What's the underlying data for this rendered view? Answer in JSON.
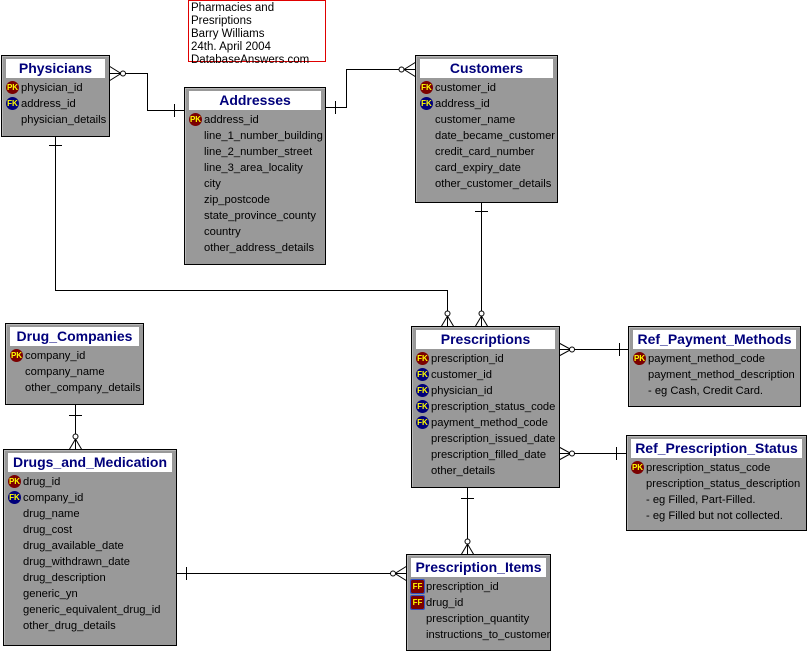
{
  "note": {
    "lines": [
      "Pharmacies and Presriptions",
      "Barry Williams",
      "24th. April 2004",
      "DatabaseAnswers.com"
    ]
  },
  "colors": {
    "entity_fill": "#999999",
    "title_text": "#00007b",
    "pk_badge": "#7b0000",
    "fk_badge": "#00007b",
    "badge_text": "#ffff00",
    "note_border": "#e00000"
  },
  "entities": {
    "physicians": {
      "title": "Physicians",
      "attrs": [
        {
          "key": "PK",
          "name": "physician_id"
        },
        {
          "key": "FK",
          "name": "address_id"
        },
        {
          "key": "",
          "name": "physician_details"
        }
      ]
    },
    "addresses": {
      "title": "Addresses",
      "attrs": [
        {
          "key": "PK",
          "name": "address_id"
        },
        {
          "key": "",
          "name": "line_1_number_building"
        },
        {
          "key": "",
          "name": "line_2_number_street"
        },
        {
          "key": "",
          "name": "line_3_area_locality"
        },
        {
          "key": "",
          "name": "city"
        },
        {
          "key": "",
          "name": "zip_postcode"
        },
        {
          "key": "",
          "name": "state_province_county"
        },
        {
          "key": "",
          "name": "country"
        },
        {
          "key": "",
          "name": "other_address_details"
        }
      ]
    },
    "customers": {
      "title": "Customers",
      "attrs": [
        {
          "key": "FK",
          "name": "customer_id",
          "style": "pk"
        },
        {
          "key": "FK",
          "name": "address_id"
        },
        {
          "key": "",
          "name": "customer_name"
        },
        {
          "key": "",
          "name": "date_became_customer"
        },
        {
          "key": "",
          "name": "credit_card_number"
        },
        {
          "key": "",
          "name": "card_expiry_date"
        },
        {
          "key": "",
          "name": "other_customer_details"
        }
      ]
    },
    "drug_companies": {
      "title": "Drug_Companies",
      "attrs": [
        {
          "key": "PK",
          "name": "company_id"
        },
        {
          "key": "",
          "name": "company_name"
        },
        {
          "key": "",
          "name": "other_company_details"
        }
      ]
    },
    "drugs_and_medication": {
      "title": "Drugs_and_Medication",
      "attrs": [
        {
          "key": "PK",
          "name": "drug_id"
        },
        {
          "key": "FK",
          "name": "company_id"
        },
        {
          "key": "",
          "name": "drug_name"
        },
        {
          "key": "",
          "name": "drug_cost"
        },
        {
          "key": "",
          "name": "drug_available_date"
        },
        {
          "key": "",
          "name": "drug_withdrawn_date"
        },
        {
          "key": "",
          "name": "drug_description"
        },
        {
          "key": "",
          "name": "generic_yn"
        },
        {
          "key": "",
          "name": "generic_equivalent_drug_id"
        },
        {
          "key": "",
          "name": "other_drug_details"
        }
      ]
    },
    "prescriptions": {
      "title": "Prescriptions",
      "attrs": [
        {
          "key": "FK",
          "name": "prescription_id",
          "style": "pk"
        },
        {
          "key": "FK",
          "name": "customer_id"
        },
        {
          "key": "FK",
          "name": "physician_id"
        },
        {
          "key": "FK",
          "name": "prescription_status_code"
        },
        {
          "key": "FK",
          "name": "payment_method_code"
        },
        {
          "key": "",
          "name": "prescription_issued_date"
        },
        {
          "key": "",
          "name": "prescription_filled_date"
        },
        {
          "key": "",
          "name": "other_details"
        }
      ]
    },
    "ref_payment_methods": {
      "title": "Ref_Payment_Methods",
      "attrs": [
        {
          "key": "PK",
          "name": "payment_method_code"
        },
        {
          "key": "",
          "name": "payment_method_description"
        },
        {
          "key": "",
          "name": "- eg Cash, Credit Card."
        }
      ]
    },
    "ref_prescription_status": {
      "title": "Ref_Prescription_Status",
      "attrs": [
        {
          "key": "PK",
          "name": "prescription_status_code"
        },
        {
          "key": "",
          "name": "prescription_status_description"
        },
        {
          "key": "",
          "name": "- eg Filled, Part-Filled."
        },
        {
          "key": "",
          "name": "- eg Filled but not collected."
        }
      ]
    },
    "prescription_items": {
      "title": "Prescription_Items",
      "attrs": [
        {
          "key": "FF",
          "name": "prescription_id"
        },
        {
          "key": "FF",
          "name": "drug_id"
        },
        {
          "key": "",
          "name": "prescription_quantity"
        },
        {
          "key": "",
          "name": "instructions_to_customer"
        }
      ]
    }
  },
  "relationships": [
    {
      "from": "addresses",
      "to": "physicians",
      "one": "addresses",
      "many": "physicians"
    },
    {
      "from": "addresses",
      "to": "customers",
      "one": "addresses",
      "many": "customers"
    },
    {
      "from": "physicians",
      "to": "prescriptions",
      "one": "physicians",
      "many": "prescriptions"
    },
    {
      "from": "customers",
      "to": "prescriptions",
      "one": "customers",
      "many": "prescriptions"
    },
    {
      "from": "ref_payment_methods",
      "to": "prescriptions",
      "one": "ref_payment_methods",
      "many": "prescriptions"
    },
    {
      "from": "ref_prescription_status",
      "to": "prescriptions",
      "one": "ref_prescription_status",
      "many": "prescriptions"
    },
    {
      "from": "prescriptions",
      "to": "prescription_items",
      "one": "prescriptions",
      "many": "prescription_items"
    },
    {
      "from": "drugs_and_medication",
      "to": "prescription_items",
      "one": "drugs_and_medication",
      "many": "prescription_items"
    },
    {
      "from": "drug_companies",
      "to": "drugs_and_medication",
      "one": "drug_companies",
      "many": "drugs_and_medication"
    }
  ]
}
